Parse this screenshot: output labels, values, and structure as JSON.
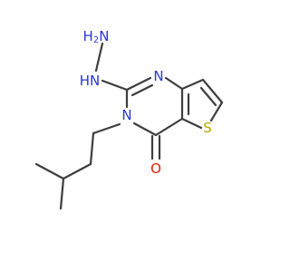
{
  "molecule": {
    "colors": {
      "bond": "#3d3d3d",
      "nitrogen": "#2b35d6",
      "oxygen": "#e0200b",
      "sulfur": "#b8a800"
    },
    "atoms": {
      "hydrazine_nh2": {
        "text": "H2N",
        "element": "N"
      },
      "hydrazine_nh": {
        "text": "HN",
        "element": "N"
      },
      "ring_n1": {
        "text": "N",
        "element": "N"
      },
      "ring_n3": {
        "text": "N",
        "element": "N"
      },
      "thiophene_s": {
        "text": "S",
        "element": "S"
      },
      "carbonyl_o": {
        "text": "O",
        "element": "O"
      }
    }
  }
}
